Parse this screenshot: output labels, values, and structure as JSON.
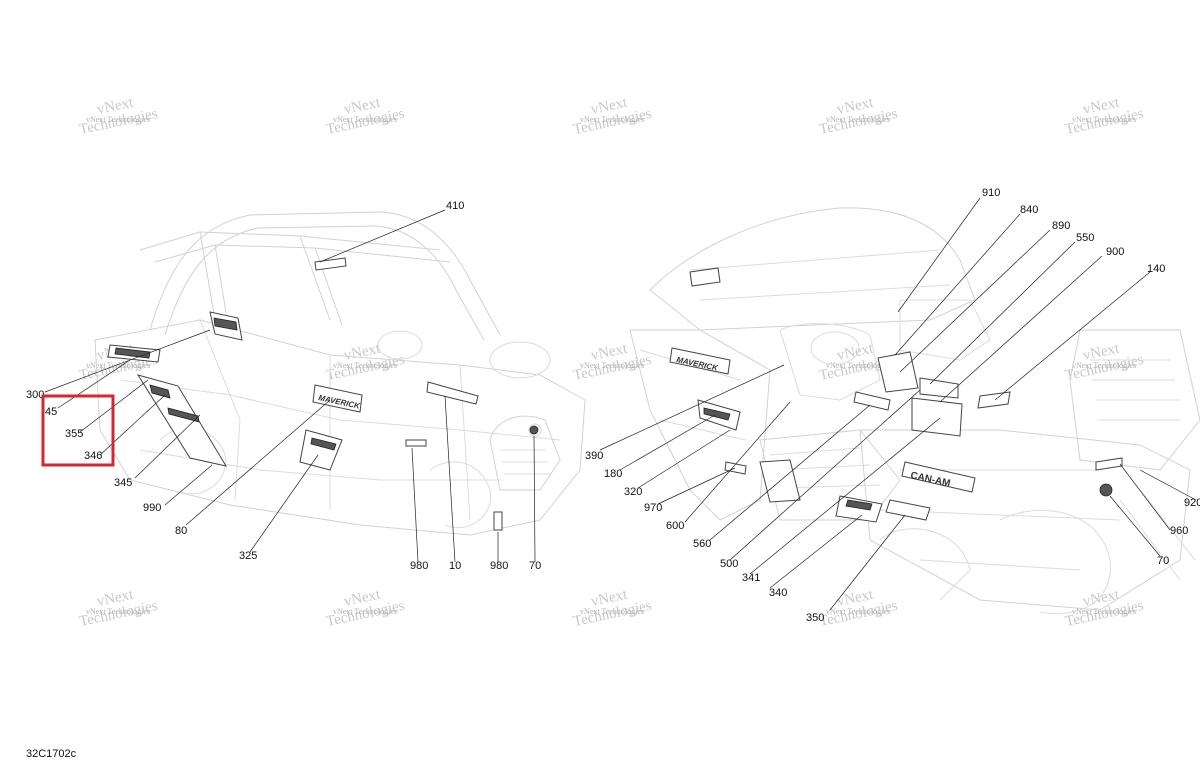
{
  "watermark": {
    "line1": "vNext",
    "line2": "Technologies",
    "caption": "vNext Technologies"
  },
  "diagram_code": "32C1702c",
  "brand_decals": {
    "model": "MAVERICK",
    "brand": "CAN-AM"
  },
  "left_view": {
    "callouts": [
      "410",
      "300",
      "45",
      "355",
      "346",
      "345",
      "990",
      "80",
      "325",
      "980",
      "10",
      "980",
      "70"
    ],
    "highlighted_callouts": [
      "45",
      "355",
      "346"
    ]
  },
  "right_view": {
    "callouts": [
      "910",
      "840",
      "890",
      "550",
      "900",
      "140",
      "390",
      "180",
      "320",
      "970",
      "600",
      "560",
      "500",
      "341",
      "340",
      "350",
      "70",
      "960",
      "920"
    ]
  }
}
